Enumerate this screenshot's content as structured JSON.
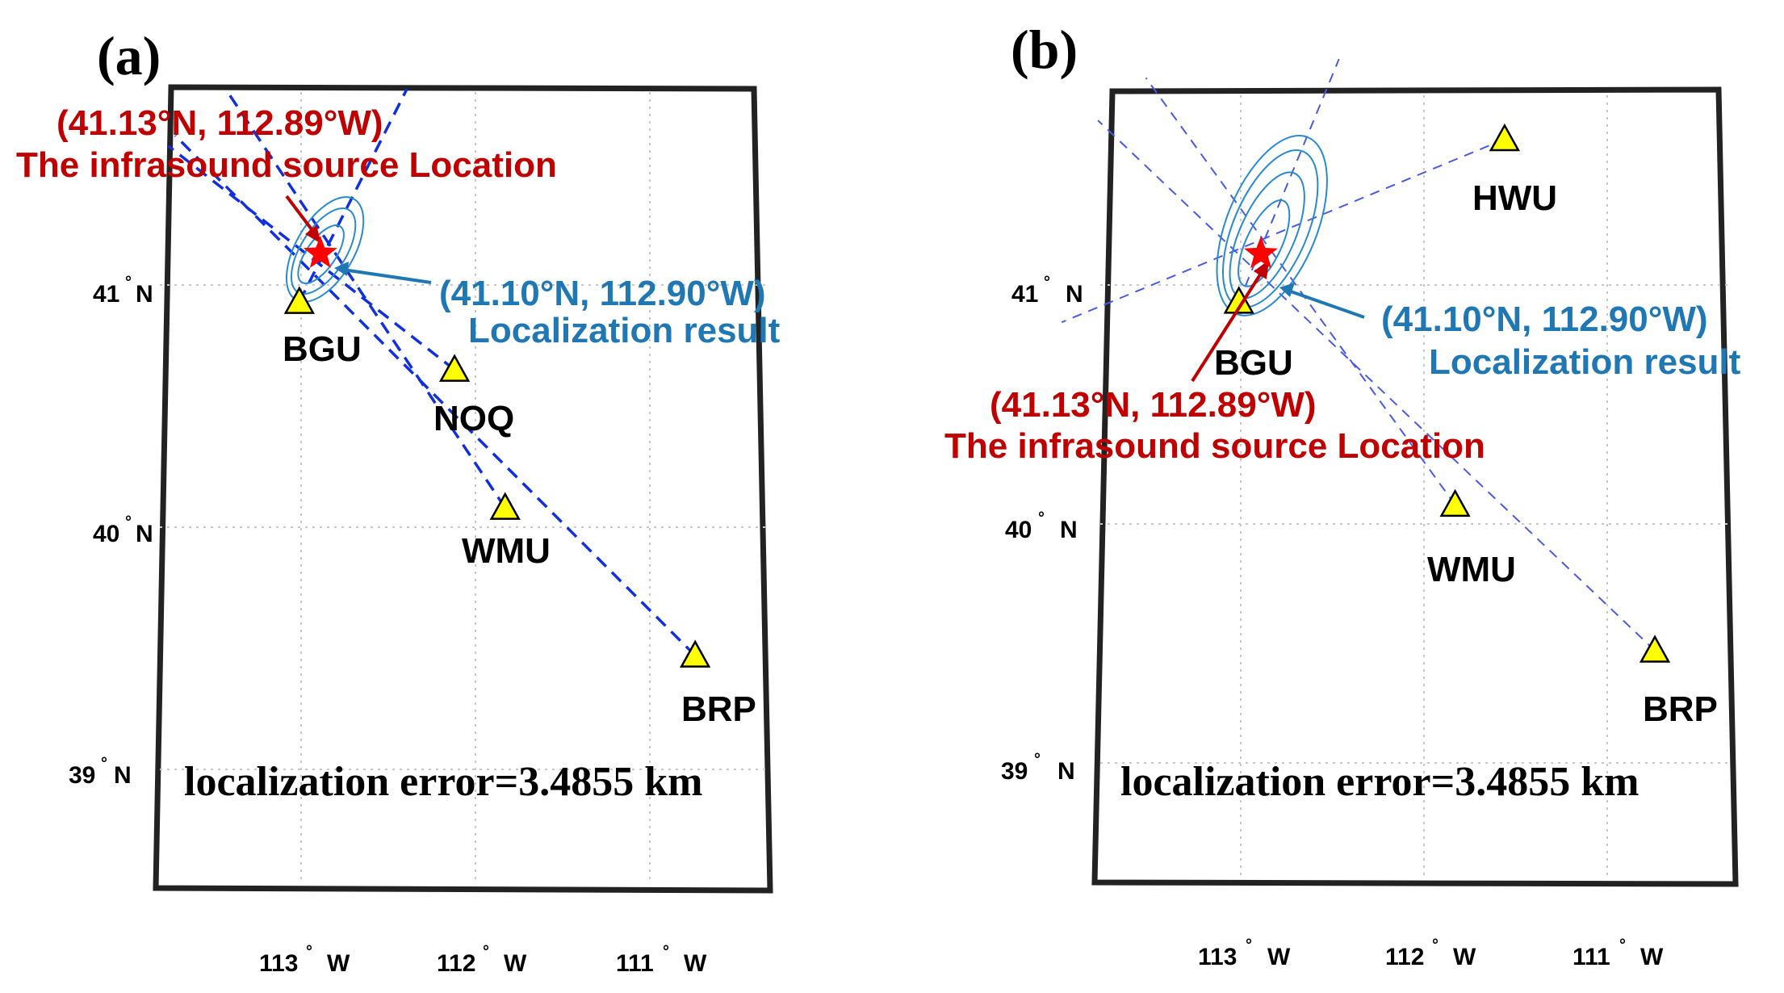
{
  "panels": [
    {
      "label": "(a)",
      "lat_ticks": [
        {
          "num": "41",
          "unit": "N",
          "lat": 41
        },
        {
          "num": "40",
          "unit": "N",
          "lat": 40
        },
        {
          "num": "39",
          "unit": "N",
          "lat": 39
        }
      ],
      "lon_ticks": [
        {
          "num": "113",
          "unit": "W",
          "lon": -113
        },
        {
          "num": "112",
          "unit": "W",
          "lon": -112
        },
        {
          "num": "111",
          "unit": "W",
          "lon": -111
        }
      ],
      "stations": [
        {
          "name": "BGU",
          "lat": 40.93,
          "lon": -113.01
        },
        {
          "name": "NOQ",
          "lat": 40.65,
          "lon": -112.12
        },
        {
          "name": "WMU",
          "lat": 40.08,
          "lon": -111.83
        },
        {
          "name": "BRP",
          "lat": 39.47,
          "lon": -110.74
        }
      ],
      "source": {
        "lat": 41.13,
        "lon": -112.89
      },
      "source_label_coords": "(41.13°N, 112.89°W)",
      "source_label_text": "The infrasound source Location",
      "result": {
        "lat": 41.1,
        "lon": -112.9
      },
      "result_label_coords": "(41.10°N, 112.90°W)",
      "result_label_text": "Localization result",
      "error_text": "localization error=3.4855 km"
    },
    {
      "label": "(b)",
      "lat_ticks": [
        {
          "num": "41",
          "unit": "N",
          "lat": 41
        },
        {
          "num": "40",
          "unit": "N",
          "lat": 40
        },
        {
          "num": "39",
          "unit": "N",
          "lat": 39
        }
      ],
      "lon_ticks": [
        {
          "num": "113",
          "unit": "W",
          "lon": -113
        },
        {
          "num": "112",
          "unit": "W",
          "lon": -112
        },
        {
          "num": "111",
          "unit": "W",
          "lon": -111
        }
      ],
      "stations": [
        {
          "name": "HWU",
          "lat": 41.61,
          "lon": -111.56
        },
        {
          "name": "BGU",
          "lat": 40.93,
          "lon": -113.01
        },
        {
          "name": "WMU",
          "lat": 40.08,
          "lon": -111.83
        },
        {
          "name": "BRP",
          "lat": 39.47,
          "lon": -110.74
        }
      ],
      "source": {
        "lat": 41.13,
        "lon": -112.89
      },
      "source_label_coords": "(41.13°N, 112.89°W)",
      "source_label_text": "The infrasound source Location",
      "result": {
        "lat": 41.1,
        "lon": -112.9
      },
      "result_label_coords": "(41.10°N, 112.90°W)",
      "result_label_text": "Localization result",
      "error_text": "localization error=3.4855 km"
    }
  ],
  "colors": {
    "frame": "#222222",
    "grid": "#c8c8c8",
    "back_azimuth_a": "#1030e0",
    "back_azimuth_b": "#4a5ae8",
    "contour": "#2a8ad0",
    "star": "#ff0000",
    "station_fill": "#ffff00",
    "source_text": "#c00000",
    "result_text": "#1f77b4"
  }
}
